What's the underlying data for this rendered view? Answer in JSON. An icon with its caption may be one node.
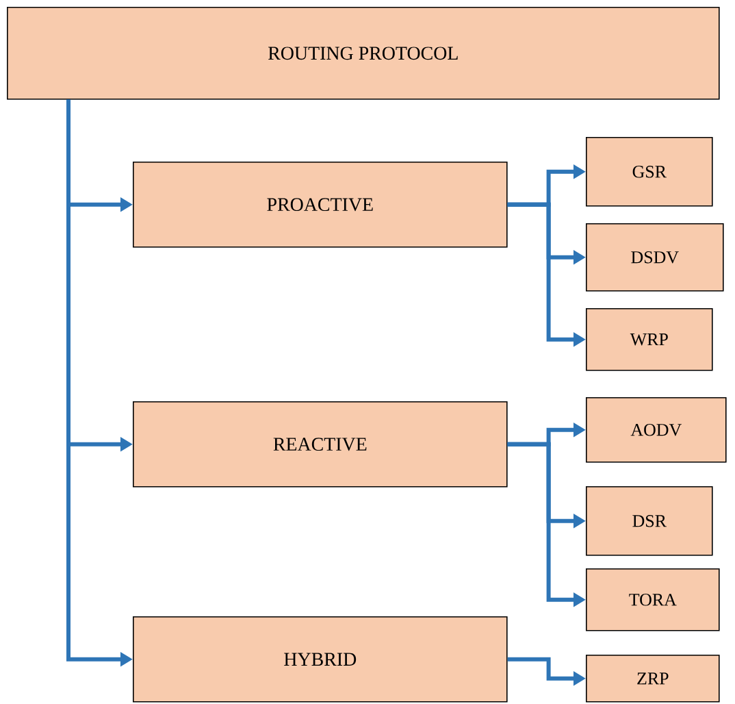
{
  "diagram": {
    "nodes": [
      {
        "text": [
          "ROUTING PROTOCOL"
        ]
      },
      {
        "text": [
          "PROACTIVE"
        ]
      },
      {
        "text": [
          "REACTIVE"
        ]
      },
      {
        "text": [
          "HYBRID"
        ]
      },
      {
        "text": [
          "GSR"
        ]
      },
      {
        "text": [
          "DSDV"
        ]
      },
      {
        "text": [
          "WRP"
        ]
      },
      {
        "text": [
          "AODV"
        ]
      },
      {
        "text": [
          "DSR"
        ]
      },
      {
        "text": [
          "TORA"
        ]
      },
      {
        "text": [
          "ZRP"
        ]
      }
    ],
    "edges": [
      {
        "from": 0,
        "to": 1,
        "arrow": "to"
      },
      {
        "from": 0,
        "to": 2,
        "arrow": "to"
      },
      {
        "from": 0,
        "to": 3,
        "arrow": "to"
      },
      {
        "from": 1,
        "to": 4,
        "arrow": "to"
      },
      {
        "from": 1,
        "to": 5,
        "arrow": "to"
      },
      {
        "from": 1,
        "to": 6,
        "arrow": "to"
      },
      {
        "from": 2,
        "to": 7,
        "arrow": "to"
      },
      {
        "from": 2,
        "to": 8,
        "arrow": "to"
      },
      {
        "from": 2,
        "to": 9,
        "arrow": "to"
      },
      {
        "from": 3,
        "to": 10,
        "arrow": "to"
      }
    ]
  }
}
